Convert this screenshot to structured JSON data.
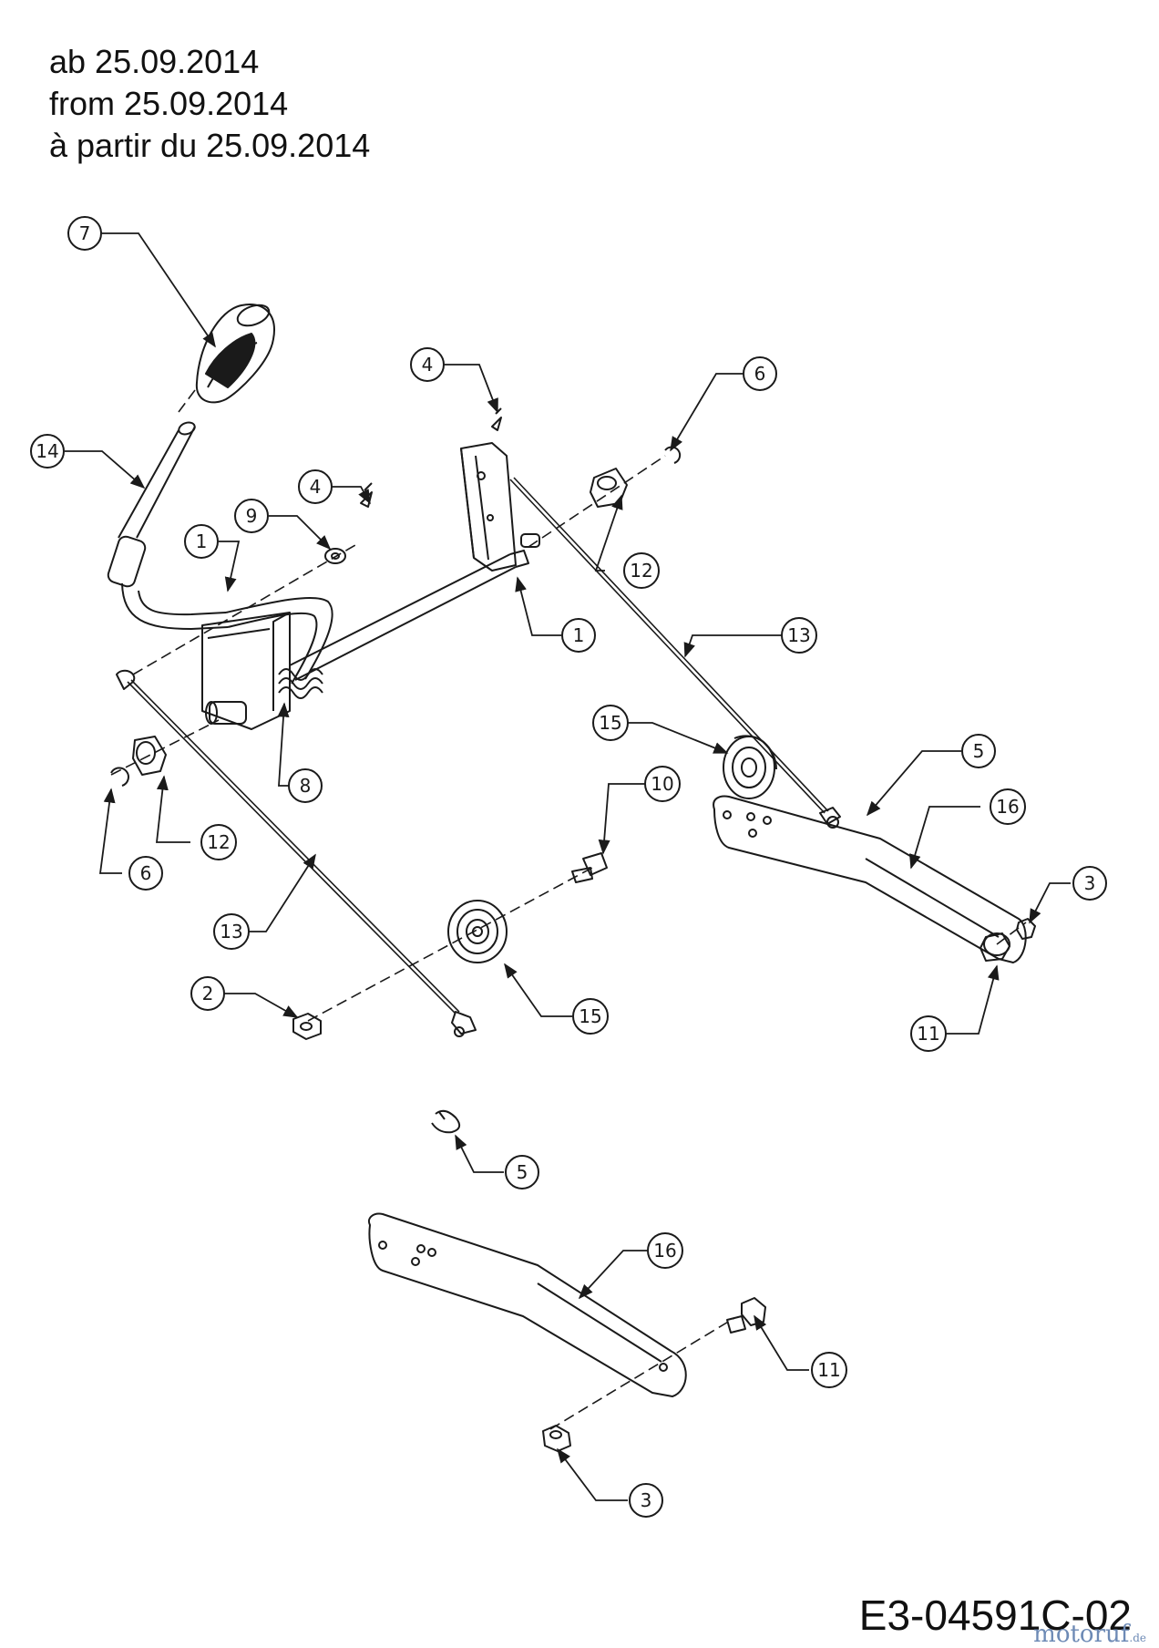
{
  "header": {
    "line_de": "ab 25.09.2014",
    "line_en": "from 25.09.2014",
    "line_fr": "à partir du 25.09.2014"
  },
  "drawing_code": "E3-04591C-02",
  "watermark": {
    "brand": "motoruf",
    "tld": ".de"
  },
  "callouts": [
    "7",
    "14",
    "4",
    "9",
    "1",
    "4",
    "6",
    "12",
    "1",
    "13",
    "8",
    "15",
    "5",
    "10",
    "12",
    "6",
    "16",
    "3",
    "13",
    "2",
    "15",
    "11",
    "5",
    "16",
    "11",
    "3"
  ],
  "colors": {
    "line": "#1a1a1a",
    "background": "#ffffff",
    "watermark": "#6d8ab5"
  }
}
